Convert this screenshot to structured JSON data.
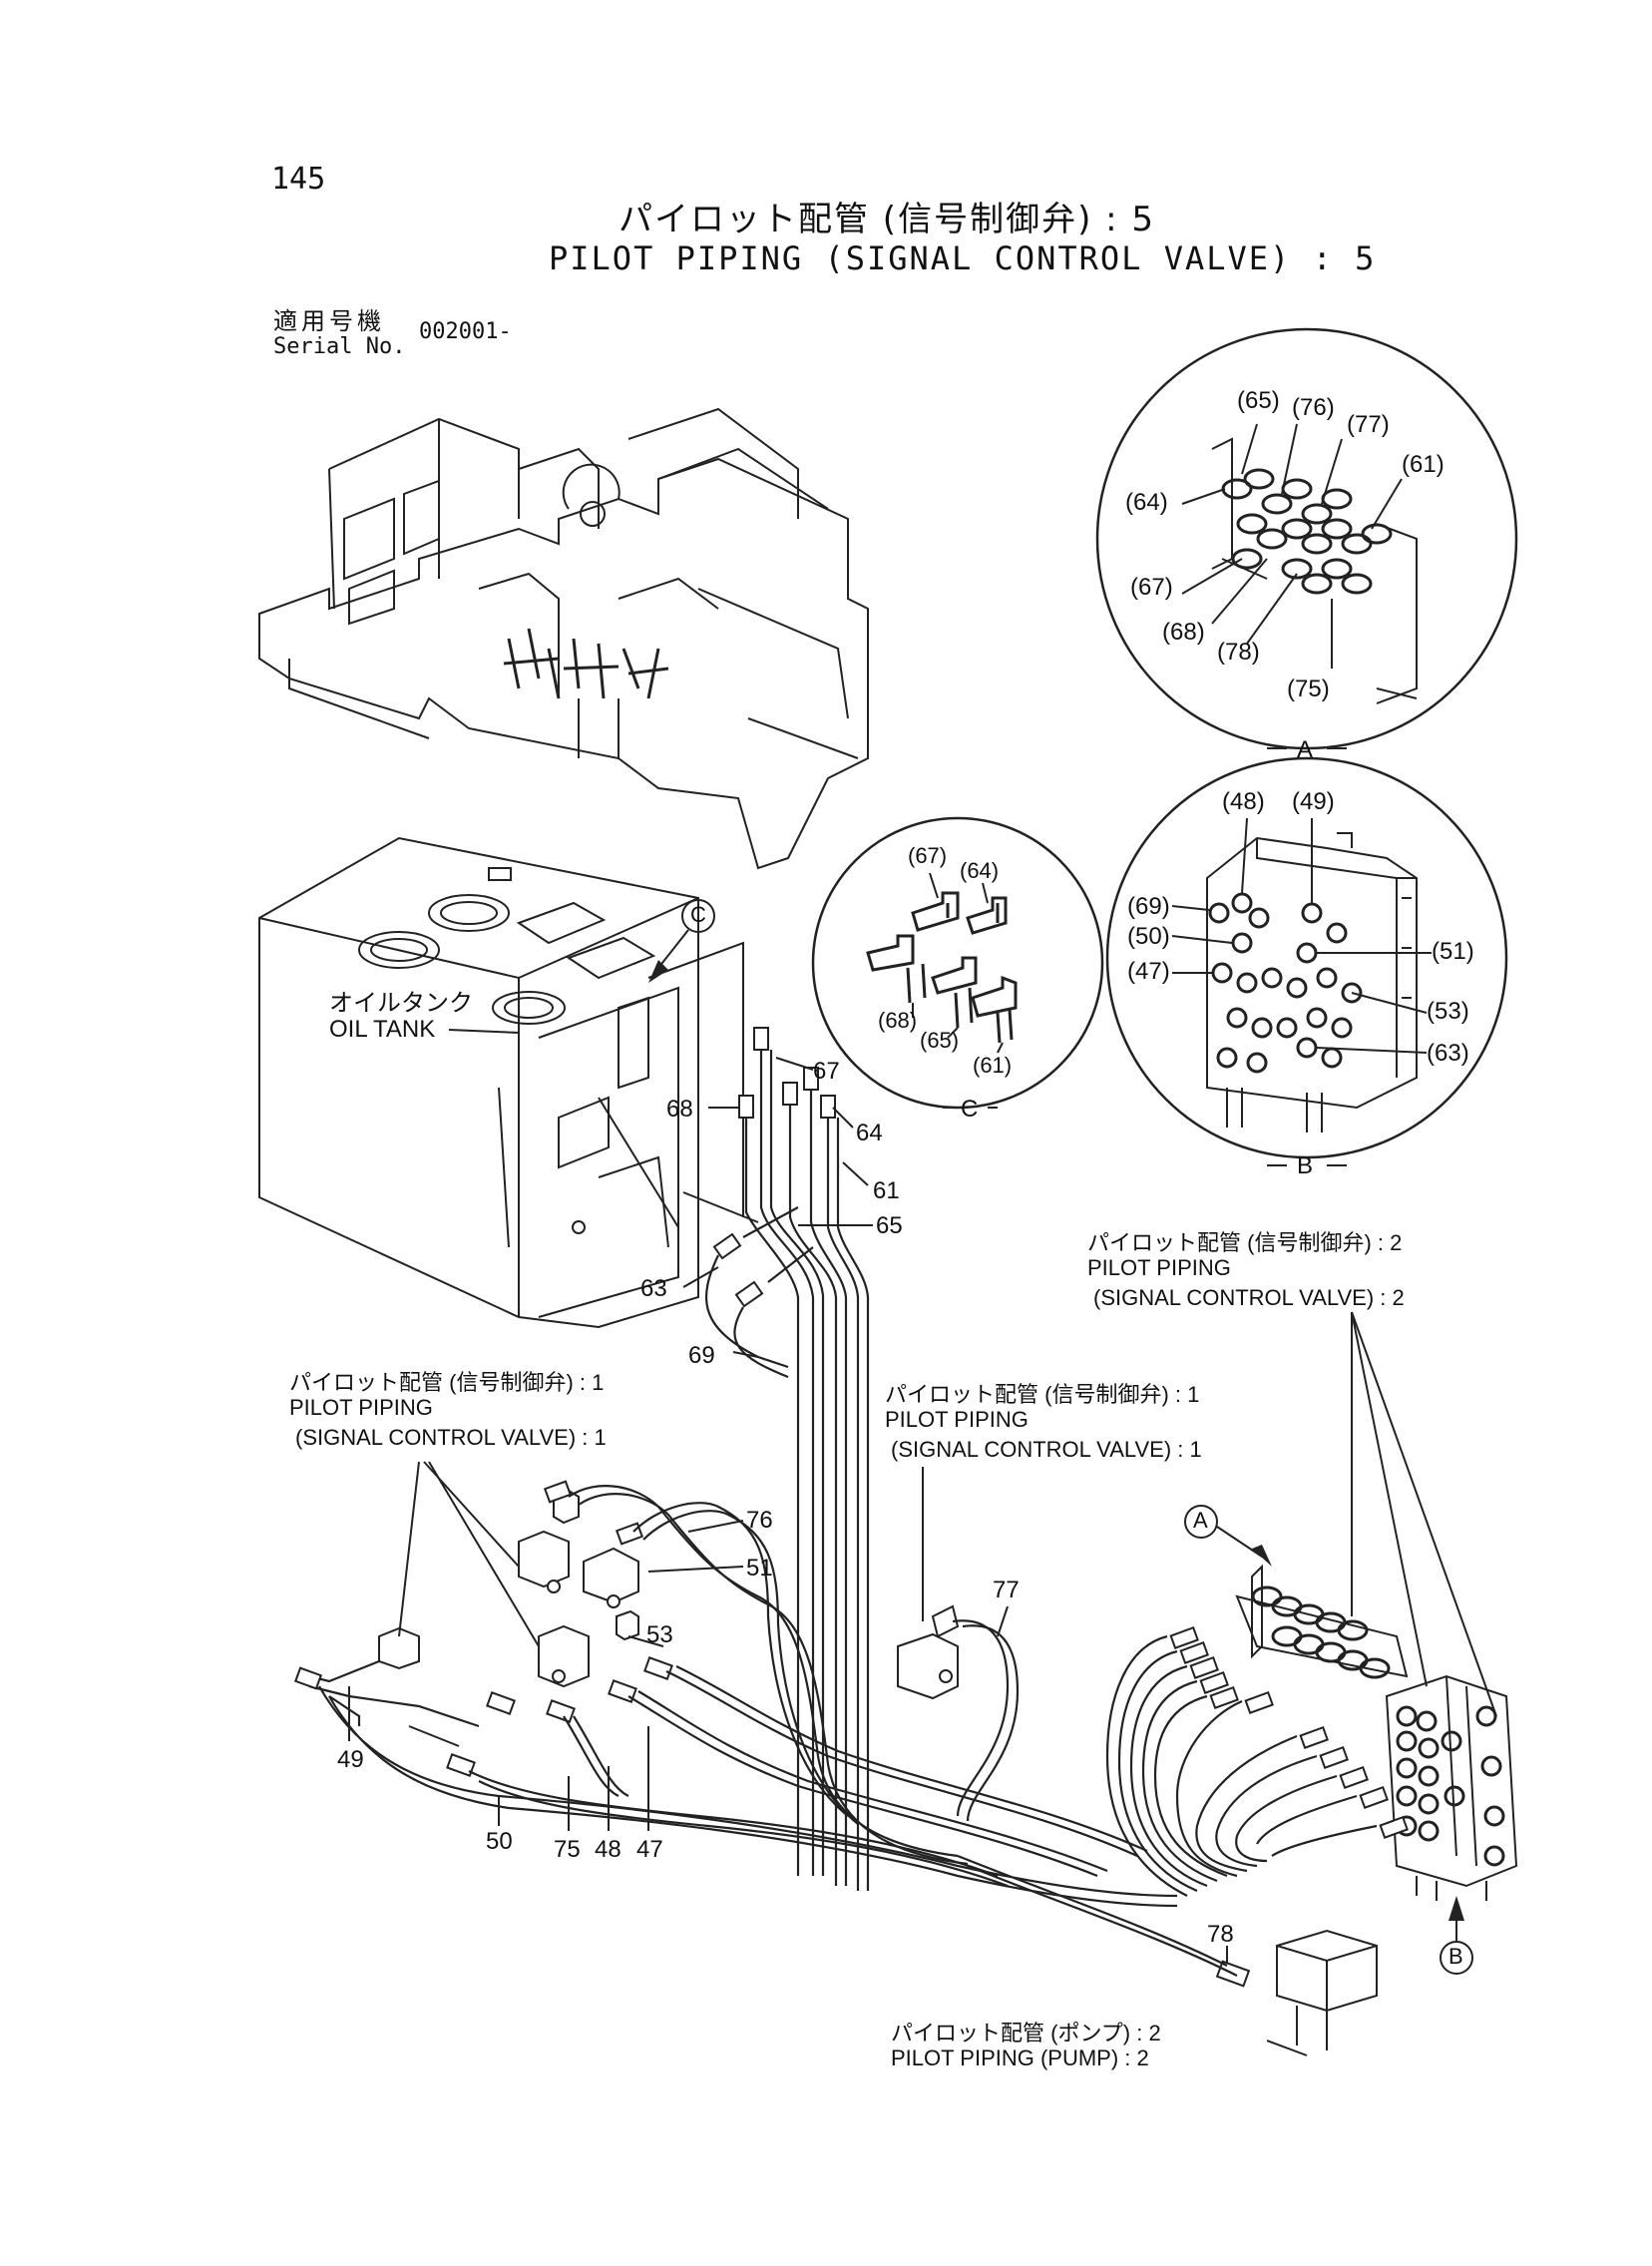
{
  "page_number": "145",
  "title_jp": "パイロット配管 (信号制御弁) : 5",
  "title_en": "PILOT PIPING (SIGNAL CONTROL VALVE) : 5",
  "serial": {
    "label_jp": "適用号機",
    "label_en": "Serial No.",
    "value": "002001-"
  },
  "oil_tank": {
    "jp": "オイルタンク",
    "en": "OIL TANK"
  },
  "detail_markers": {
    "a": "A",
    "b": "B",
    "c": "C"
  },
  "detail_a_parts": [
    "(65)",
    "(76)",
    "(77)",
    "(61)",
    "(64)",
    "(67)",
    "(68)",
    "(78)",
    "(75)"
  ],
  "detail_b_parts": [
    "(48)",
    "(49)",
    "(69)",
    "(50)",
    "(47)",
    "(51)",
    "(53)",
    "(63)"
  ],
  "detail_c_parts": [
    "(67)",
    "(64)",
    "(68)",
    "(65)",
    "(61)"
  ],
  "refs_upper": [
    "67",
    "68",
    "64",
    "61",
    "65",
    "63",
    "69"
  ],
  "refs_lower": [
    "76",
    "51",
    "53",
    "77",
    "49",
    "50",
    "75",
    "48",
    "47",
    "78"
  ],
  "ref_sig_cv_1_left": {
    "jp": "パイロット配管 (信号制御弁) : 1",
    "en1": "PILOT PIPING",
    "en2": "(SIGNAL CONTROL VALVE) : 1"
  },
  "ref_sig_cv_1_mid": {
    "jp": "パイロット配管 (信号制御弁) : 1",
    "en1": "PILOT PIPING",
    "en2": "(SIGNAL CONTROL VALVE) : 1"
  },
  "ref_sig_cv_2": {
    "jp": "パイロット配管 (信号制御弁) : 2",
    "en1": "PILOT PIPING",
    "en2": "(SIGNAL CONTROL VALVE) : 2"
  },
  "ref_pump_2": {
    "jp": "パイロット配管 (ポンプ) : 2",
    "en": "PILOT PIPING (PUMP) : 2"
  }
}
